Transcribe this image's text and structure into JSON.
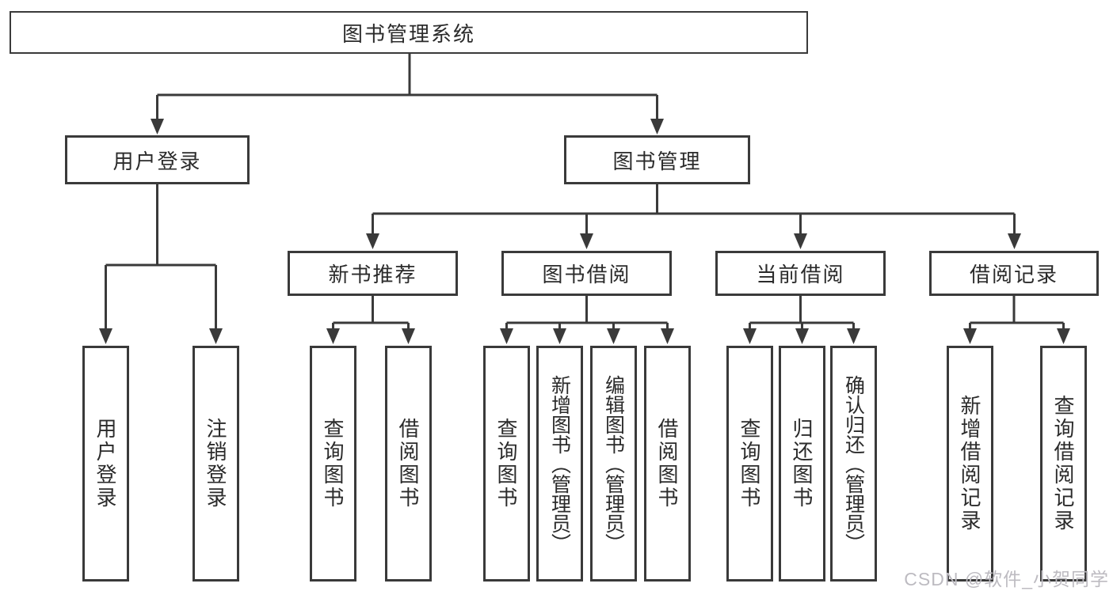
{
  "diagram": {
    "root": {
      "label": "图书管理系统"
    },
    "level2": [
      {
        "label": "用户登录"
      },
      {
        "label": "图书管理"
      }
    ],
    "level3": [
      {
        "label": "新书推荐",
        "parent": "图书管理"
      },
      {
        "label": "图书借阅",
        "parent": "图书管理"
      },
      {
        "label": "当前借阅",
        "parent": "图书管理"
      },
      {
        "label": "借阅记录",
        "parent": "图书管理"
      }
    ],
    "leaves": [
      {
        "label": "用户登录",
        "parent": "用户登录"
      },
      {
        "label": "注销登录",
        "parent": "用户登录"
      },
      {
        "label": "查询图书",
        "parent": "新书推荐"
      },
      {
        "label": "借阅图书",
        "parent": "新书推荐"
      },
      {
        "label": "查询图书",
        "parent": "图书借阅"
      },
      {
        "label": "新增图书（管理员）",
        "parent": "图书借阅"
      },
      {
        "label": "编辑图书（管理员）",
        "parent": "图书借阅"
      },
      {
        "label": "借阅图书",
        "parent": "图书借阅"
      },
      {
        "label": "查询图书",
        "parent": "当前借阅"
      },
      {
        "label": "归还图书",
        "parent": "当前借阅"
      },
      {
        "label": "确认归还（管理员）",
        "parent": "当前借阅"
      },
      {
        "label": "新增借阅记录",
        "parent": "借阅记录"
      },
      {
        "label": "查询借阅记录",
        "parent": "借阅记录"
      }
    ]
  },
  "watermark": {
    "text": "CSDN @软件_小贺同学"
  },
  "colors": {
    "line": "#3a3a3a",
    "text": "#2b2b2b",
    "background": "#ffffff",
    "watermark": "#bdbbc1"
  }
}
